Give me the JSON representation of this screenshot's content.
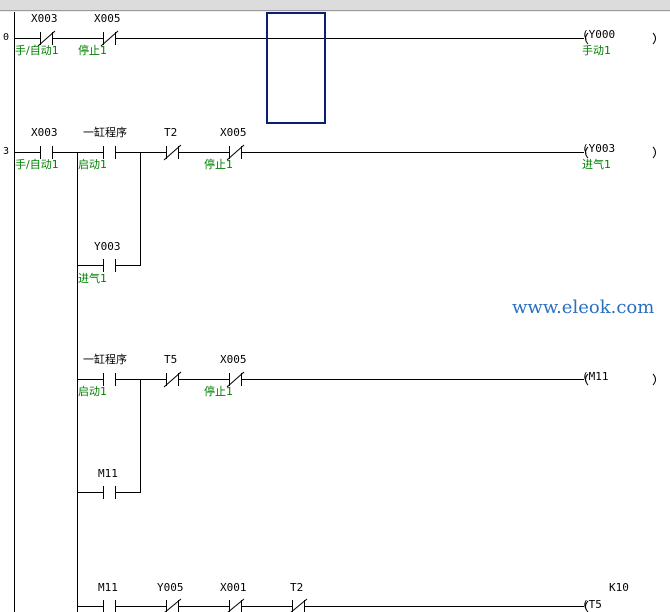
{
  "rungs": [
    {
      "step": "0",
      "contacts": [
        {
          "device": "X003",
          "comment": "手/自动1",
          "type": "nc"
        },
        {
          "device": "X005",
          "comment": "停止1",
          "type": "nc"
        }
      ],
      "coil": {
        "device": "(Y000",
        "comment": "手动1"
      }
    },
    {
      "step": "3",
      "contacts": [
        {
          "device": "X003",
          "comment": "手/自动1",
          "type": "no"
        },
        {
          "device": "一缸程序",
          "comment": "启动1",
          "type": "no"
        },
        {
          "device": "T2",
          "comment": "",
          "type": "nc"
        },
        {
          "device": "X005",
          "comment": "停止1",
          "type": "nc"
        }
      ],
      "parallel": {
        "device": "Y003",
        "comment": "进气1",
        "type": "no"
      },
      "coil": {
        "device": "(Y003",
        "comment": "进气1"
      }
    },
    {
      "step": "",
      "contacts": [
        {
          "device": "一缸程序",
          "comment": "启动1",
          "type": "no"
        },
        {
          "device": "T5",
          "comment": "",
          "type": "nc"
        },
        {
          "device": "X005",
          "comment": "停止1",
          "type": "nc"
        }
      ],
      "parallel": {
        "device": "M11",
        "comment": "",
        "type": "no"
      },
      "coil": {
        "device": "(M11",
        "comment": ""
      }
    },
    {
      "step": "",
      "contacts": [
        {
          "device": "M11",
          "comment": "",
          "type": "no"
        },
        {
          "device": "Y005",
          "comment": "",
          "type": "nc"
        },
        {
          "device": "X001",
          "comment": "",
          "type": "nc"
        },
        {
          "device": "T2",
          "comment": "",
          "type": "nc"
        }
      ],
      "coil": {
        "device": "(T5",
        "comment": "",
        "setting": "K10"
      }
    }
  ],
  "watermark": "www.eleok.com",
  "colors": {
    "comment": "#008000",
    "cursor": "#0a1e78",
    "watermark": "#2a6fc0"
  }
}
